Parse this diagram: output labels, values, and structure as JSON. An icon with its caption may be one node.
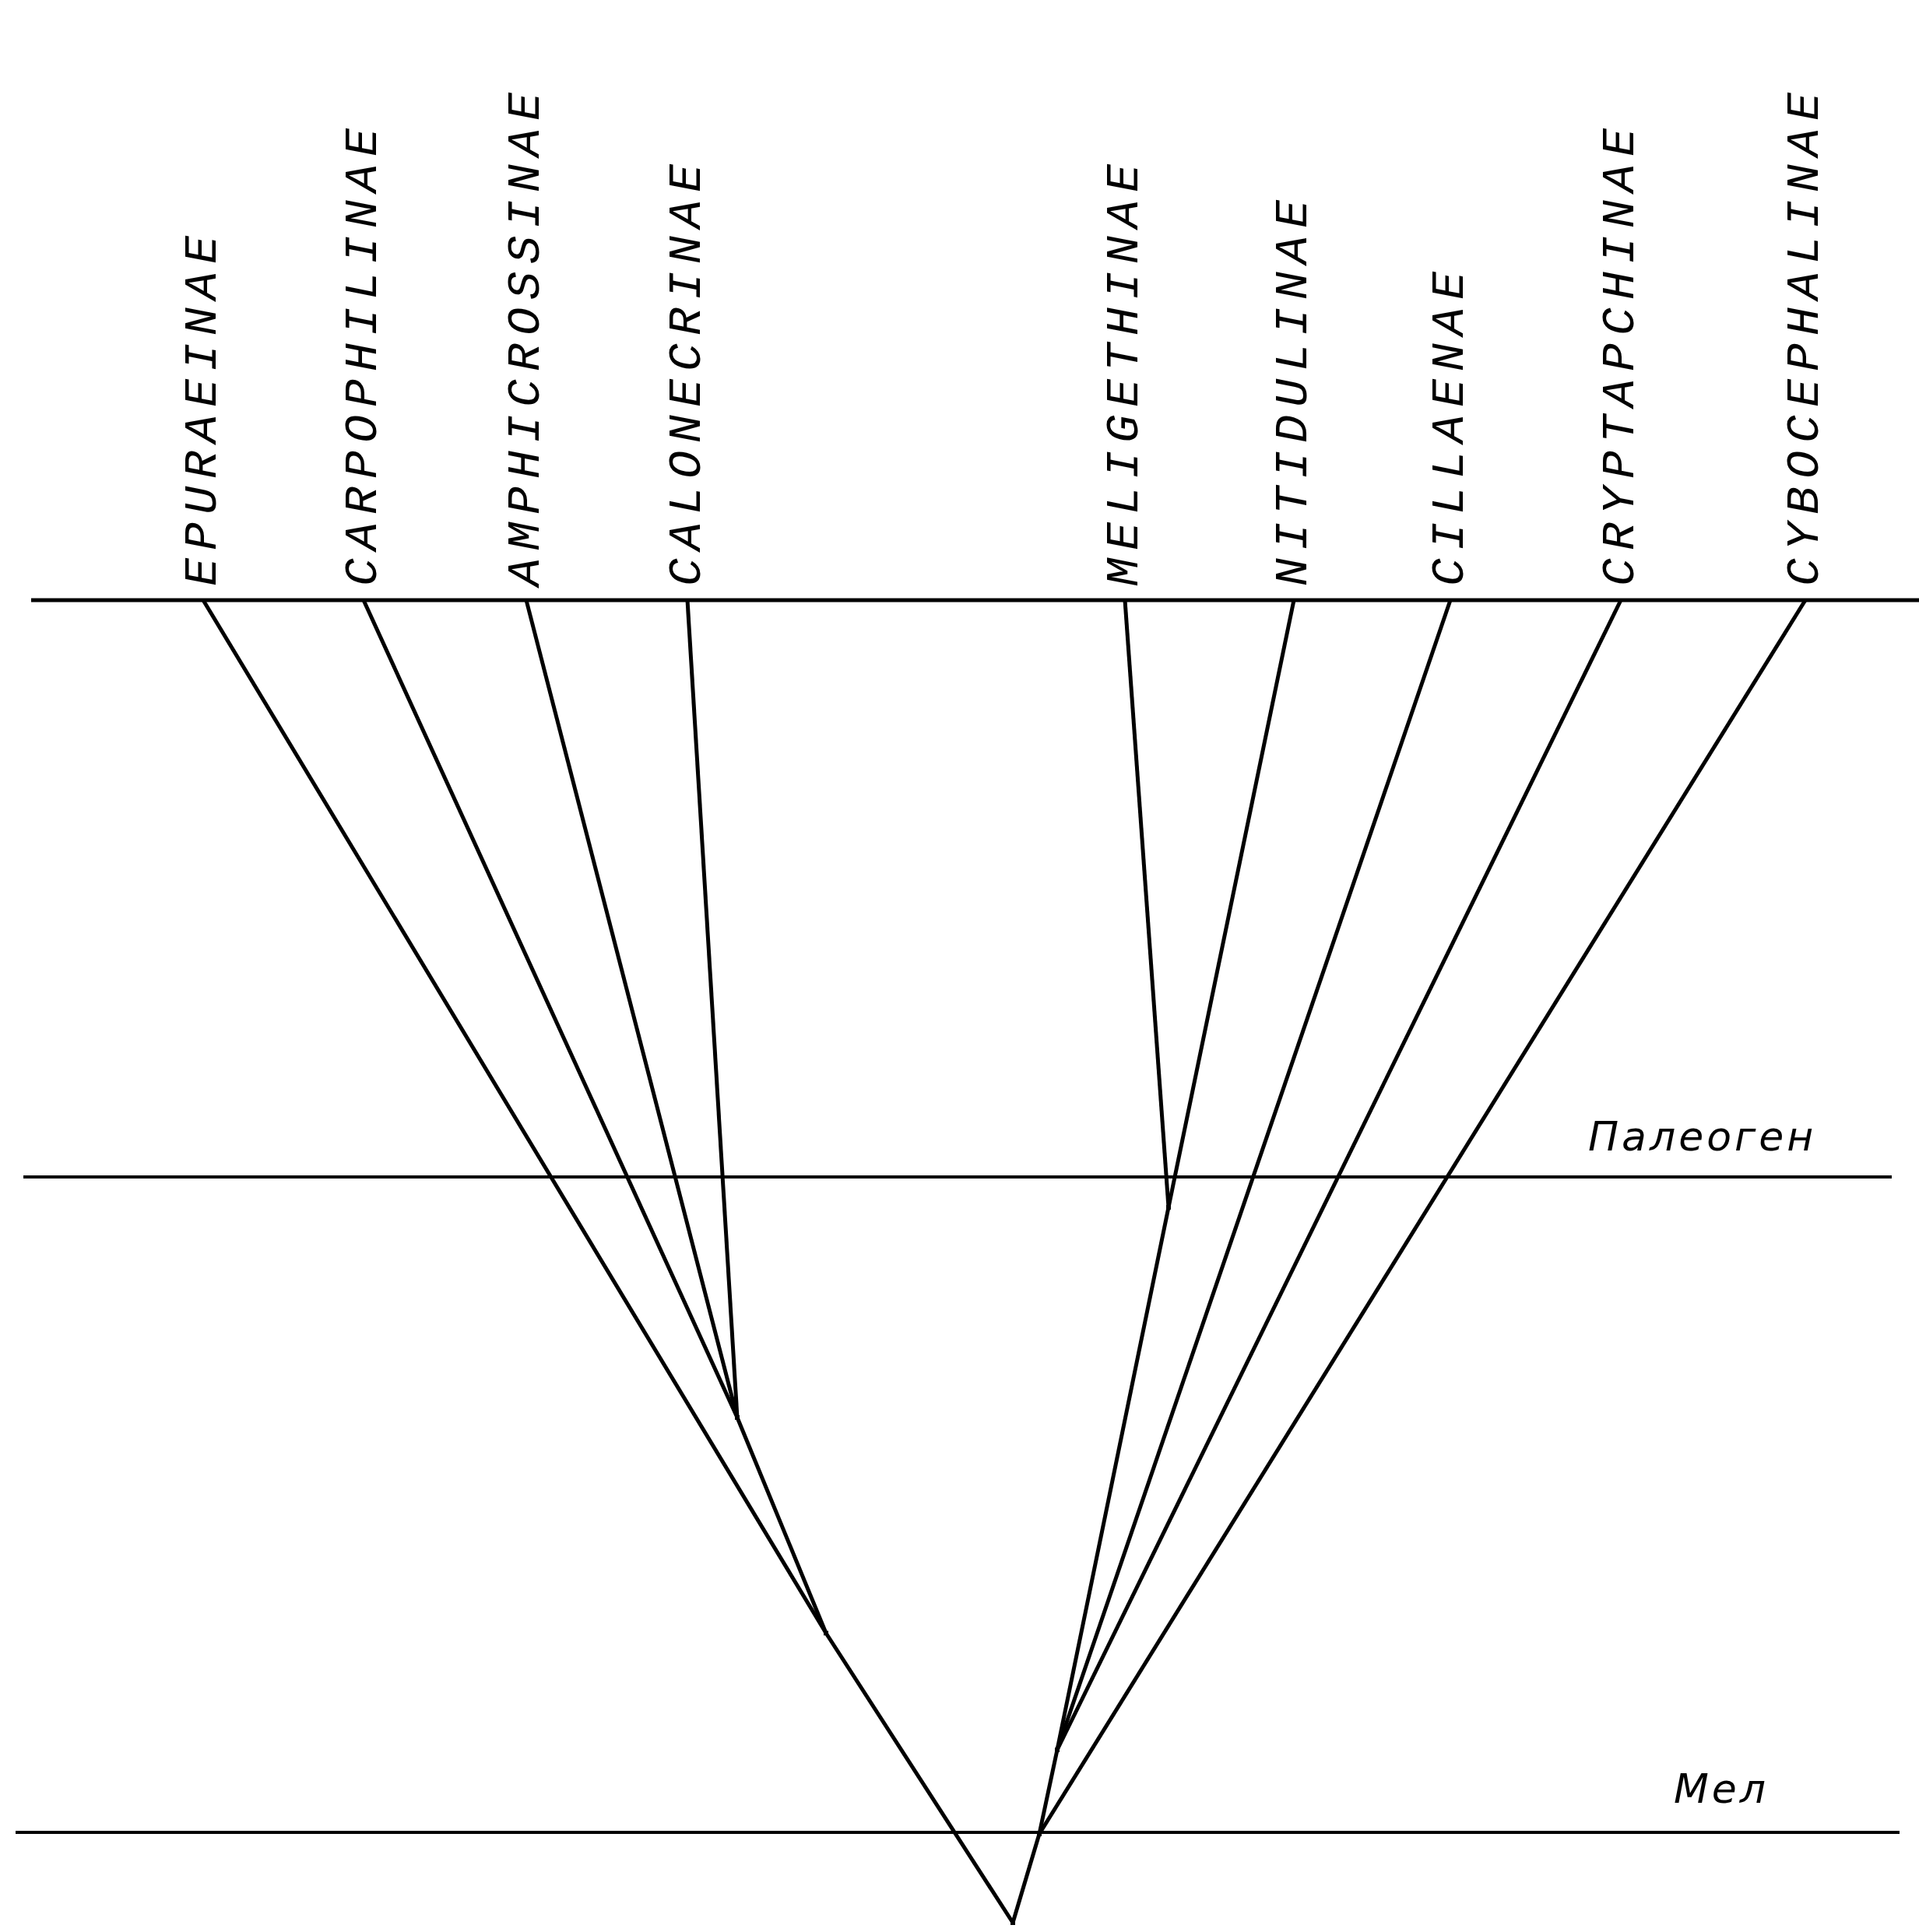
{
  "diagram": {
    "nodes": [
      {
        "text": [
          "EPURAEINAE"
        ]
      },
      {
        "text": [
          "CARPOPHILINAE"
        ]
      },
      {
        "text": [
          "AMPHICROSSINAE"
        ]
      },
      {
        "text": [
          "CALONECRINAE"
        ]
      },
      {
        "text": [
          "MELIGETHINAE"
        ]
      },
      {
        "text": [
          "NITIDULINAE"
        ]
      },
      {
        "text": [
          "CILLAENAE"
        ]
      },
      {
        "text": [
          "CRYPTAPCHINAE"
        ]
      },
      {
        "text": [
          "CYBOCEPHALINAE"
        ]
      },
      {
        "text": [],
        "shape": "point"
      },
      {
        "text": [],
        "shape": "point"
      },
      {
        "text": [],
        "shape": "point"
      },
      {
        "text": [],
        "shape": "point"
      },
      {
        "text": [],
        "shape": "point"
      },
      {
        "text": [],
        "shape": "point"
      }
    ],
    "edges": [
      {
        "from": 9,
        "to": 10,
        "arrow": "none"
      },
      {
        "from": 10,
        "to": 0,
        "arrow": "none"
      },
      {
        "from": 10,
        "to": 11,
        "arrow": "none"
      },
      {
        "from": 11,
        "to": 1,
        "arrow": "none"
      },
      {
        "from": 11,
        "to": 2,
        "arrow": "none"
      },
      {
        "from": 11,
        "to": 3,
        "arrow": "none"
      },
      {
        "from": 9,
        "to": 12,
        "arrow": "none"
      },
      {
        "from": 12,
        "to": 8,
        "arrow": "none"
      },
      {
        "from": 12,
        "to": 13,
        "arrow": "none"
      },
      {
        "from": 13,
        "to": 7,
        "arrow": "none"
      },
      {
        "from": 13,
        "to": 6,
        "arrow": "none"
      },
      {
        "from": 13,
        "to": 14,
        "arrow": "none"
      },
      {
        "from": 14,
        "to": 4,
        "arrow": "none"
      },
      {
        "from": 14,
        "to": 5,
        "arrow": "none"
      }
    ],
    "labels": [
      "Палеоген",
      "Мел"
    ]
  }
}
